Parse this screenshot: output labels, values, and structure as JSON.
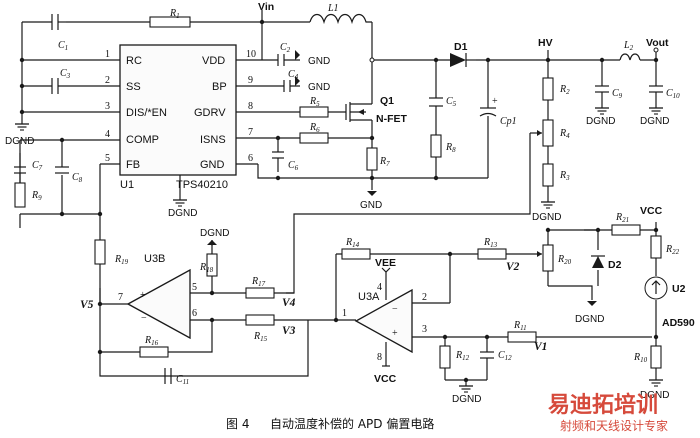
{
  "caption": {
    "fig": "图 4",
    "text": "自动温度补偿的 APD 偏置电路"
  },
  "watermark": {
    "line1": "易迪拓培训",
    "line2": "射频和天线设计专家"
  },
  "ic_u1": {
    "name": "U1",
    "part": "TPS40210",
    "pins_left": [
      {
        "num": "1",
        "name": "RC"
      },
      {
        "num": "2",
        "name": "SS"
      },
      {
        "num": "3",
        "name": "DIS/*EN"
      },
      {
        "num": "4",
        "name": "COMP"
      },
      {
        "num": "5",
        "name": "FB"
      }
    ],
    "pins_right": [
      {
        "num": "10",
        "name": "VDD"
      },
      {
        "num": "9",
        "name": "BP"
      },
      {
        "num": "8",
        "name": "GDRV"
      },
      {
        "num": "7",
        "name": "ISNS"
      },
      {
        "num": "6",
        "name": "GND"
      }
    ]
  },
  "transistor": {
    "name": "Q1",
    "type": "N-FET"
  },
  "diodes": {
    "d1": "D1",
    "d2": "D2"
  },
  "sensor": {
    "name": "U2",
    "part": "AD590"
  },
  "opamps": {
    "u3a": {
      "name": "U3A",
      "pins": {
        "out": "1",
        "inm": "2",
        "inp": "3",
        "vee": "4",
        "vcc": "8"
      }
    },
    "u3b": {
      "name": "U3B",
      "pins": {
        "out": "7",
        "inm": "6",
        "inp": "5"
      }
    }
  },
  "nets": {
    "vin": "Vin",
    "hv": "HV",
    "vout": "Vout",
    "gnd": "GND",
    "dgnd": "DGND",
    "vee": "VEE",
    "vcc": "VCC",
    "v1": "V1",
    "v2": "V2",
    "v3": "V3",
    "v4": "V4",
    "v5": "V5"
  },
  "labels": {
    "r1": "R",
    "r1s": "1",
    "l1": "L1",
    "l2": "L",
    "l2s": "2",
    "c1": "C",
    "c1s": "1",
    "c2": "C",
    "c2s": "2",
    "c3": "C",
    "c3s": "3",
    "c4": "C",
    "c4s": "4",
    "c5": "C",
    "c5s": "5",
    "c6": "C",
    "c6s": "6",
    "c7": "C",
    "c7s": "7",
    "c8": "C",
    "c8s": "8",
    "c9": "C",
    "c9s": "9",
    "c10": "C",
    "c10s": "10",
    "c11": "C",
    "c11s": "11",
    "c12": "C",
    "c12s": "12",
    "cp1": "Cp1",
    "r2": "R",
    "r2s": "2",
    "r3": "R",
    "r3s": "3",
    "r4": "R",
    "r4s": "4",
    "r5": "R",
    "r5s": "5",
    "r6": "R",
    "r6s": "6",
    "r7": "R",
    "r7s": "7",
    "r8": "R",
    "r8s": "8",
    "r9": "R",
    "r9s": "9",
    "r10": "R",
    "r10s": "10",
    "r11": "R",
    "r11s": "11",
    "r12": "R",
    "r12s": "12",
    "r13": "R",
    "r13s": "13",
    "r14": "R",
    "r14s": "14",
    "r15": "R",
    "r15s": "15",
    "r16": "R",
    "r16s": "16",
    "r17": "R",
    "r17s": "17",
    "r18": "R",
    "r18s": "18",
    "r19": "R",
    "r19s": "19",
    "r20": "R",
    "r20s": "20",
    "r21": "R",
    "r21s": "21",
    "r22": "R",
    "r22s": "22"
  }
}
